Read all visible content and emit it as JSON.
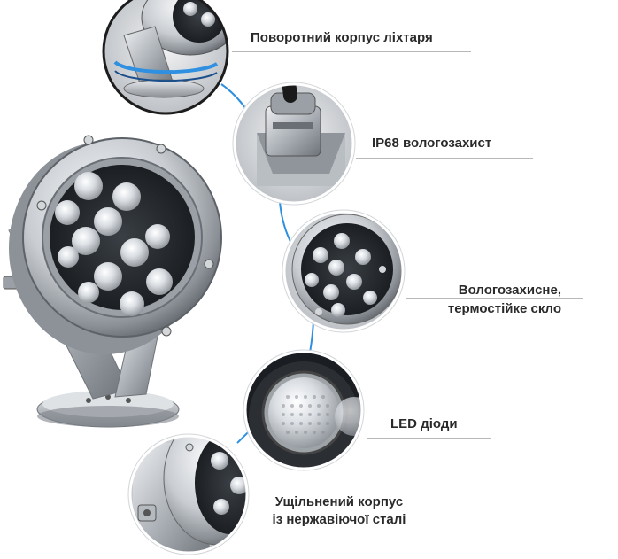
{
  "features": [
    {
      "icon": "rotating-housing-icon",
      "label": "Поворотний корпус ліхтаря"
    },
    {
      "icon": "cable-gland-icon",
      "label": "IP68 вологозахист"
    },
    {
      "icon": "glass-lens-icon",
      "label_line1": "Вологозахисне,",
      "label_line2": "термостійке скло"
    },
    {
      "icon": "led-diode-icon",
      "label": "LED діоди"
    },
    {
      "icon": "steel-housing-icon",
      "label_line1": "Ущільнений корпус",
      "label_line2": "із нержавіючої сталі"
    }
  ],
  "colors": {
    "accent_line": "#2f8fe0",
    "steel_light": "#e6e8ea",
    "steel_dark": "#7d8288",
    "lens_dark": "#23272c",
    "label_text": "#2a2a2a"
  }
}
